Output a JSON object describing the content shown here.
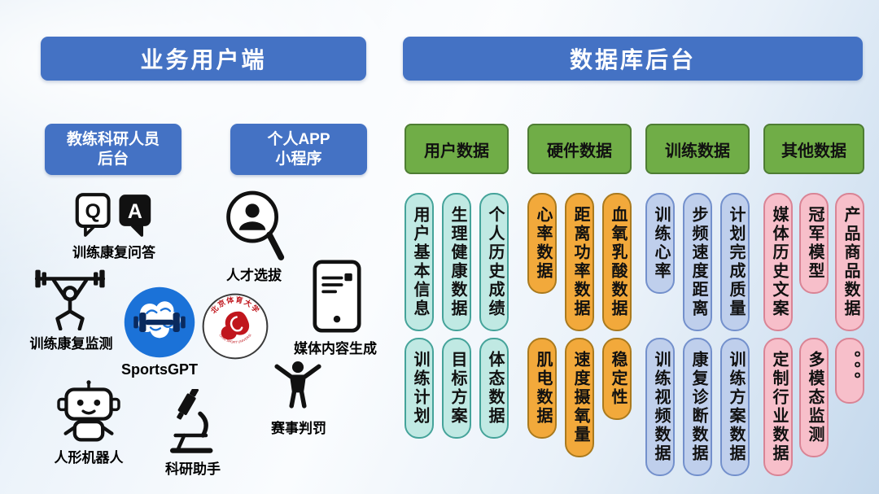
{
  "left_panel": {
    "header": "业务用户端",
    "sub_boxes": [
      {
        "line1": "教练科研人员",
        "line2": "后台"
      },
      {
        "line1": "个人APP",
        "line2": "小程序"
      }
    ],
    "qa_letters": {
      "q": "Q",
      "a": "A"
    },
    "items": {
      "qa": "训练康复问答",
      "monitor": "训练康复监测",
      "sportsgpt": "SportsGPT",
      "talent": "人才选拔",
      "media": "媒体内容生成",
      "robot": "人形机器人",
      "research": "科研助手",
      "referee": "赛事判罚"
    },
    "logo": {
      "name": "北京体育大学",
      "sub": "BEIJING SPORT UNIVERSITY"
    }
  },
  "right_panel": {
    "header": "数据库后台",
    "groups": [
      {
        "title": "用户数据",
        "row1": [
          "用户基本信息",
          "生理健康数据",
          "个人历史成绩"
        ],
        "row2": [
          "训练计划",
          "目标方案",
          "体态数据"
        ]
      },
      {
        "title": "硬件数据",
        "row1": [
          "心率数据",
          "距离功率数据",
          "血氧乳酸数据"
        ],
        "row2": [
          "肌电数据",
          "速度摄氧量",
          "稳定性"
        ]
      },
      {
        "title": "训练数据",
        "row1": [
          "训练心率",
          "步频速度距离",
          "计划完成质量"
        ],
        "row2": [
          "训练视频数据",
          "康复诊断数据",
          "训练方案数据"
        ]
      },
      {
        "title": "其他数据",
        "row1": [
          "媒体历史文案",
          "冠军模型",
          "产品商品数据"
        ],
        "row2": [
          "定制行业数据",
          "多模态监测",
          "。。。"
        ]
      }
    ]
  },
  "colors": {
    "header-blue": "#4472C4",
    "category-green": "#70AD47",
    "cyan-bg": "#C0E9E3",
    "cyan-border": "#45A39A",
    "orange-bg": "#F2A93B",
    "orange-border": "#AA7A1E",
    "blue-bg": "#BFCFEC",
    "blue-border": "#7390CC",
    "pink-bg": "#F7BFCA",
    "pink-border": "#D98495",
    "sportsgpt-blue": "#1B72D8",
    "logo-red": "#C0161D"
  }
}
